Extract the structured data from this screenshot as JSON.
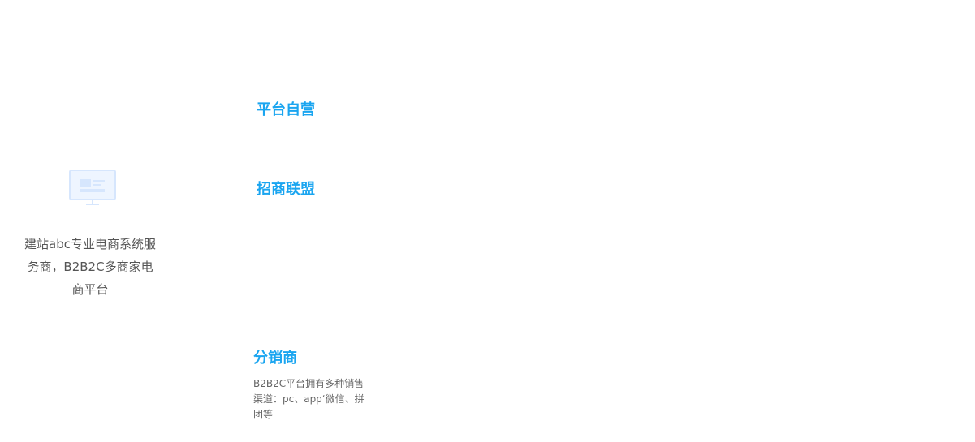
{
  "intro": {
    "icon": "monitor-icon",
    "text": "建站abc专业电商系统服务商，B2B2C多商家电商平台"
  },
  "modes": [
    {
      "title": "平台自营"
    },
    {
      "title": "招商联盟"
    },
    {
      "title": "分销商",
      "description": "B2B2C平台拥有多种销售渠道：pc、app‘微信、拼团等"
    }
  ],
  "colors": {
    "accent": "#1aa5f0",
    "icon": "#dbe9fd"
  }
}
